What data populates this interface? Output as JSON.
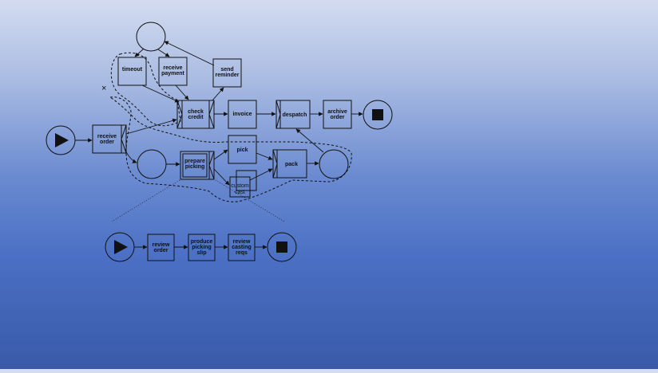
{
  "diagram": {
    "tasks": {
      "timeout": [
        "timeout"
      ],
      "receive_payment": [
        "receive",
        "payment"
      ],
      "send_reminder": [
        "send",
        "reminder"
      ],
      "check_credit": [
        "check",
        "credit"
      ],
      "invoice": [
        "invoice"
      ],
      "despatch": [
        "despatch"
      ],
      "archive_order": [
        "archive",
        "order"
      ],
      "receive_order": [
        "receive",
        "order"
      ],
      "prepare_picking": [
        "prepare",
        "picking"
      ],
      "pick": [
        "pick"
      ],
      "pack": [
        "pack"
      ],
      "custom_cast": [
        "custom",
        "cast"
      ],
      "review_order": [
        "review",
        "order"
      ],
      "produce_picking_slip": [
        "produce",
        "picking",
        "slip"
      ],
      "review_casting_reqs": [
        "review",
        "casting",
        "reqs"
      ]
    },
    "cancel_marker": "×"
  }
}
